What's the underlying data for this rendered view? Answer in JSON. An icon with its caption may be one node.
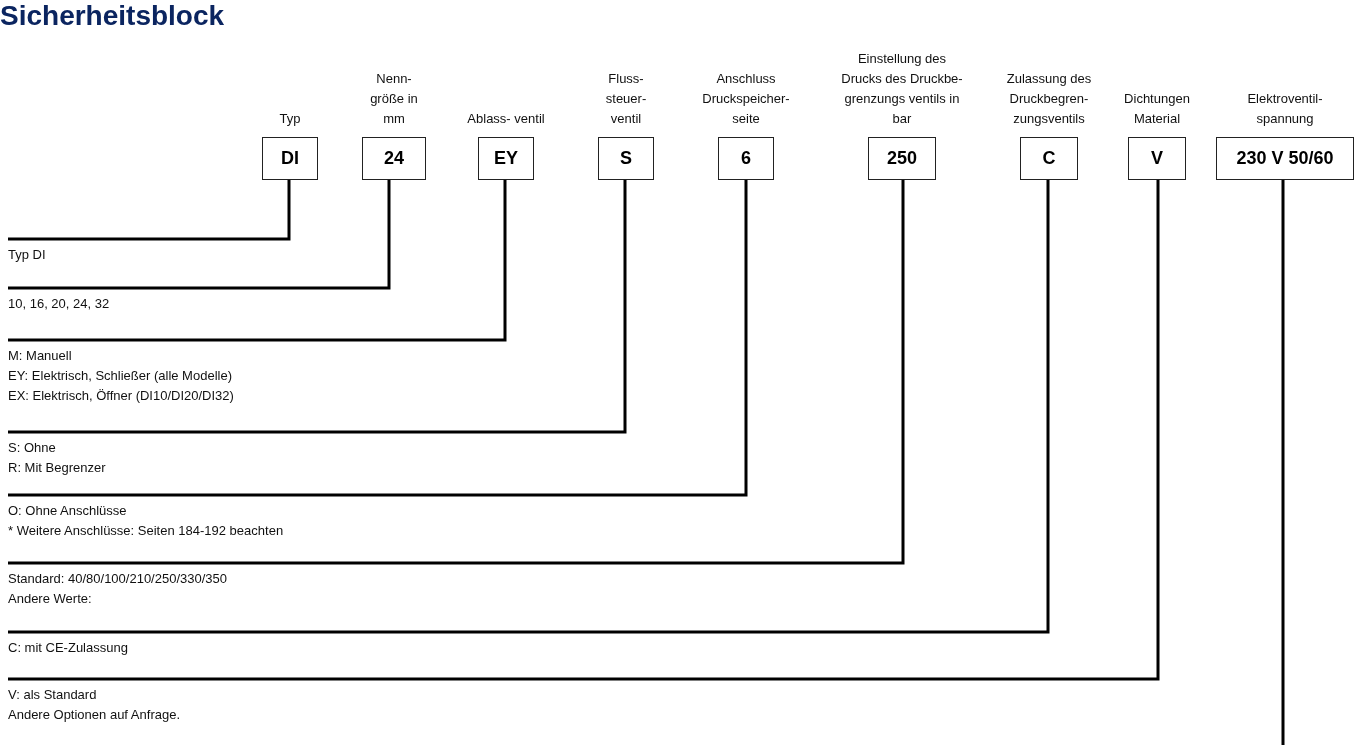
{
  "diagram": {
    "title": "Sicherheitsblock",
    "nodes": [
      {
        "text": [
          "Typ",
          "DI"
        ]
      },
      {
        "text": [
          "Nenn- größe in mm",
          "24"
        ]
      },
      {
        "text": [
          "Ablass- ventil",
          "EY"
        ]
      },
      {
        "text": [
          "Fluss- steuer- ventil",
          "S"
        ]
      },
      {
        "text": [
          "Anschluss Druckspeicher- seite",
          "6"
        ]
      },
      {
        "text": [
          "Einstellung des Drucks des Druckbe- grenzungs ventils in bar",
          "250"
        ]
      },
      {
        "text": [
          "Zulassung des Druckbegren- zungsventils",
          "C"
        ]
      },
      {
        "text": [
          "Dichtungen Material",
          "V"
        ]
      },
      {
        "text": [
          "Elektroventil- spannung",
          "230 V 50/60"
        ]
      },
      {
        "text": [
          "Typ DI"
        ]
      },
      {
        "text": [
          "10, 16, 20, 24, 32"
        ]
      },
      {
        "text": [
          "M: Manuell",
          "EY: Elektrisch, Schließer (alle Modelle)",
          "EX: Elektrisch, Öffner (DI10/DI20/DI32)"
        ]
      },
      {
        "text": [
          "S: Ohne",
          "R: Mit Begrenzer"
        ]
      },
      {
        "text": [
          "O: Ohne Anschlüsse",
          "* Weitere Anschlüsse: Seiten 184-192 beachten"
        ]
      },
      {
        "text": [
          "Standard: 40/80/100/210/250/330/350",
          "Andere Werte:"
        ]
      },
      {
        "text": [
          "C: mit CE-Zulassung"
        ]
      },
      {
        "text": [
          "V: als Standard",
          "Andere Optionen auf Anfrage."
        ]
      }
    ],
    "edges": [
      {
        "from": 0,
        "to": 9,
        "arrow": "none"
      },
      {
        "from": 1,
        "to": 10,
        "arrow": "none"
      },
      {
        "from": 2,
        "to": 11,
        "arrow": "none"
      },
      {
        "from": 3,
        "to": 12,
        "arrow": "none"
      },
      {
        "from": 4,
        "to": 13,
        "arrow": "none"
      },
      {
        "from": 5,
        "to": 14,
        "arrow": "none"
      },
      {
        "from": 6,
        "to": 15,
        "arrow": "none"
      },
      {
        "from": 7,
        "to": 16,
        "arrow": "none"
      },
      {
        "from": 8,
        "to": null,
        "arrow": "none"
      }
    ]
  }
}
